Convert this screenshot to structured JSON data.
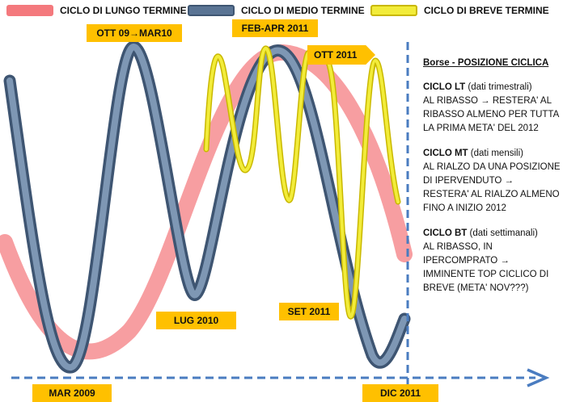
{
  "legend": {
    "lungo": {
      "label": "CICLO DI LUNGO TERMINE",
      "color": "#f4797d"
    },
    "medio": {
      "label": "CICLO DI MEDIO TERMINE",
      "color": "#5a7494"
    },
    "breve": {
      "label": "CICLO DI BREVE TERMINE",
      "color": "#f2ec3a"
    }
  },
  "tags": {
    "ott09_mar10": "OTT 09→MAR10",
    "feb_apr_2011": "FEB-APR 2011",
    "ott_2011": "OTT 2011",
    "lug_2010": "LUG 2010",
    "set_2011": "SET 2011",
    "mar_2009": "MAR 2009",
    "dic_2011": "DIC 2011"
  },
  "panel": {
    "title": "Borse - POSIZIONE CICLICA",
    "lt": {
      "name": "CICLO LT",
      "detail": " (dati trimestrali)",
      "text": "AL RIBASSO → RESTERA' AL RIBASSO ALMENO PER TUTTA LA PRIMA META' DEL 2012"
    },
    "mt": {
      "name": "CICLO MT",
      "detail": " (dati mensili)",
      "text": "AL RIALZO DA UNA POSIZIONE DI IPERVENDUTO → RESTERA' AL RIALZO ALMENO FINO A INIZIO 2012"
    },
    "bt": {
      "name": "CICLO BT",
      "detail": " (dati settimanali)",
      "text": "AL RIBASSO, IN IPERCOMPRATO → IMMINENTE TOP CICLICO DI BREVE (META' NOV???)"
    }
  },
  "colors": {
    "lungo_cycle": "#f4797d",
    "medio_cycle": "#5a7494",
    "breve_cycle": "#f2ec3a",
    "tag_background": "#ffc000",
    "axis": "#4a7cc0"
  }
}
